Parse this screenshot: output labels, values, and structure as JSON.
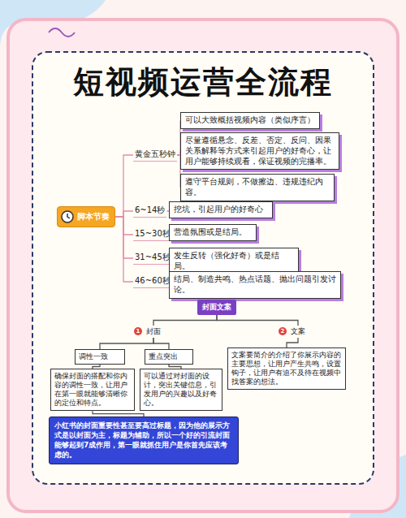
{
  "diagram": {
    "title": "短视频运营全流程",
    "nodes": [
      {
        "text": [
          "脚本节奏"
        ]
      },
      {
        "text": [
          "黄金五秒钟"
        ]
      },
      {
        "text": [
          "可以大致概括视频内容（类似序言）"
        ]
      },
      {
        "text": [
          "尽量遵循悬念、反差、否定、反问、因果关系解释等方式来引起用户的好奇心，让用户能够持续观看，保证视频的完播率。"
        ]
      },
      {
        "text": [
          "遵守平台规则，不做擦边、违规违纪内容。"
        ]
      },
      {
        "text": [
          "6~14秒"
        ]
      },
      {
        "text": [
          "挖坑，引起用户的好奇心"
        ]
      },
      {
        "text": [
          "15~30秒"
        ]
      },
      {
        "text": [
          "营造氛围或是结局。"
        ]
      },
      {
        "text": [
          "31~45秒"
        ]
      },
      {
        "text": [
          "发生反转（强化好奇）或是结局。"
        ]
      },
      {
        "text": [
          "46~60秒"
        ]
      },
      {
        "text": [
          "结局、制造共鸣、热点话题、抛出问题引发讨论。"
        ]
      },
      {
        "text": [
          "封面文案"
        ]
      },
      {
        "text": [
          "封面"
        ]
      },
      {
        "text": [
          "文案"
        ]
      },
      {
        "text": [
          "调性一致"
        ]
      },
      {
        "text": [
          "重点突出"
        ]
      },
      {
        "text": [
          "确保封面的搭配和你内容的调性一致，让用户在第一眼就能够清晰你的定位和特点。"
        ]
      },
      {
        "text": [
          "可以通过对封面的设计，突出关键信息，引发用户的兴趣以及好奇心。"
        ]
      },
      {
        "text": [
          "文案要简介的介绍了你展示内容的主要思想，让用户产生共鸣，设置钩子，让用户有迫不及待在视频中找答案的想法。"
        ]
      },
      {
        "text": [
          "小红书的封面重要性甚至要高过标题，因为他的展示方式是以封面为主，标题为辅助，所以一个好的引流封面能够起到7成作用，第一眼就抓住用户是你首先应该考虑的。"
        ]
      }
    ],
    "edges": [
      {
        "from": 0,
        "to": 1,
        "arrow": "none"
      },
      {
        "from": 0,
        "to": 5,
        "arrow": "none"
      },
      {
        "from": 0,
        "to": 7,
        "arrow": "none"
      },
      {
        "from": 0,
        "to": 9,
        "arrow": "none"
      },
      {
        "from": 0,
        "to": 11,
        "arrow": "none"
      },
      {
        "from": 1,
        "to": 2,
        "arrow": "none"
      },
      {
        "from": 1,
        "to": 3,
        "arrow": "none"
      },
      {
        "from": 1,
        "to": 4,
        "arrow": "none"
      },
      {
        "from": 5,
        "to": 6,
        "arrow": "none"
      },
      {
        "from": 7,
        "to": 8,
        "arrow": "none"
      },
      {
        "from": 9,
        "to": 10,
        "arrow": "none"
      },
      {
        "from": 11,
        "to": 12,
        "arrow": "none"
      },
      {
        "from": 13,
        "to": 14,
        "arrow": "none"
      },
      {
        "from": 13,
        "to": 15,
        "arrow": "none"
      },
      {
        "from": 14,
        "to": 16,
        "arrow": "none"
      },
      {
        "from": 14,
        "to": 17,
        "arrow": "none"
      },
      {
        "from": 16,
        "to": 18,
        "arrow": "none"
      },
      {
        "from": 17,
        "to": 19,
        "arrow": "none"
      },
      {
        "from": 15,
        "to": 20,
        "arrow": "none"
      },
      {
        "from": 18,
        "to": 21,
        "arrow": "none"
      }
    ],
    "labels": [
      "1",
      "2"
    ]
  }
}
